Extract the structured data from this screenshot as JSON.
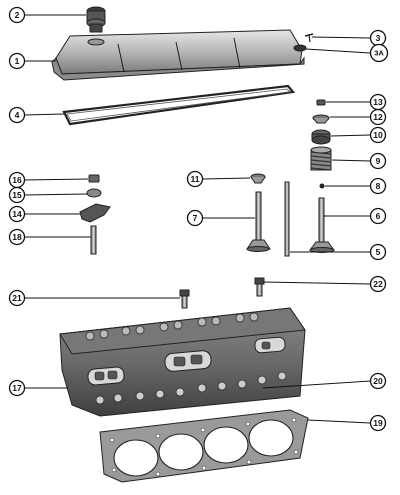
{
  "callouts": [
    {
      "key": "c2",
      "label": "2"
    },
    {
      "key": "c1",
      "label": "1"
    },
    {
      "key": "c3",
      "label": "3"
    },
    {
      "key": "c3a",
      "label": "3A"
    },
    {
      "key": "c4",
      "label": "4"
    },
    {
      "key": "c13",
      "label": "13"
    },
    {
      "key": "c12",
      "label": "12"
    },
    {
      "key": "c10",
      "label": "10"
    },
    {
      "key": "c9",
      "label": "9"
    },
    {
      "key": "c8",
      "label": "8"
    },
    {
      "key": "c6",
      "label": "6"
    },
    {
      "key": "c16",
      "label": "16"
    },
    {
      "key": "c15",
      "label": "15"
    },
    {
      "key": "c14",
      "label": "14"
    },
    {
      "key": "c18",
      "label": "18"
    },
    {
      "key": "c11",
      "label": "11"
    },
    {
      "key": "c7",
      "label": "7"
    },
    {
      "key": "c5",
      "label": "5"
    },
    {
      "key": "c22",
      "label": "22"
    },
    {
      "key": "c21",
      "label": "21"
    },
    {
      "key": "c17",
      "label": "17"
    },
    {
      "key": "c20",
      "label": "20"
    },
    {
      "key": "c19",
      "label": "19"
    }
  ],
  "colors": {
    "ink": "#1a1a1a",
    "metal_light": "#cfcfcf",
    "metal_mid": "#9a9a9a",
    "metal_dark": "#4a4a4a"
  }
}
